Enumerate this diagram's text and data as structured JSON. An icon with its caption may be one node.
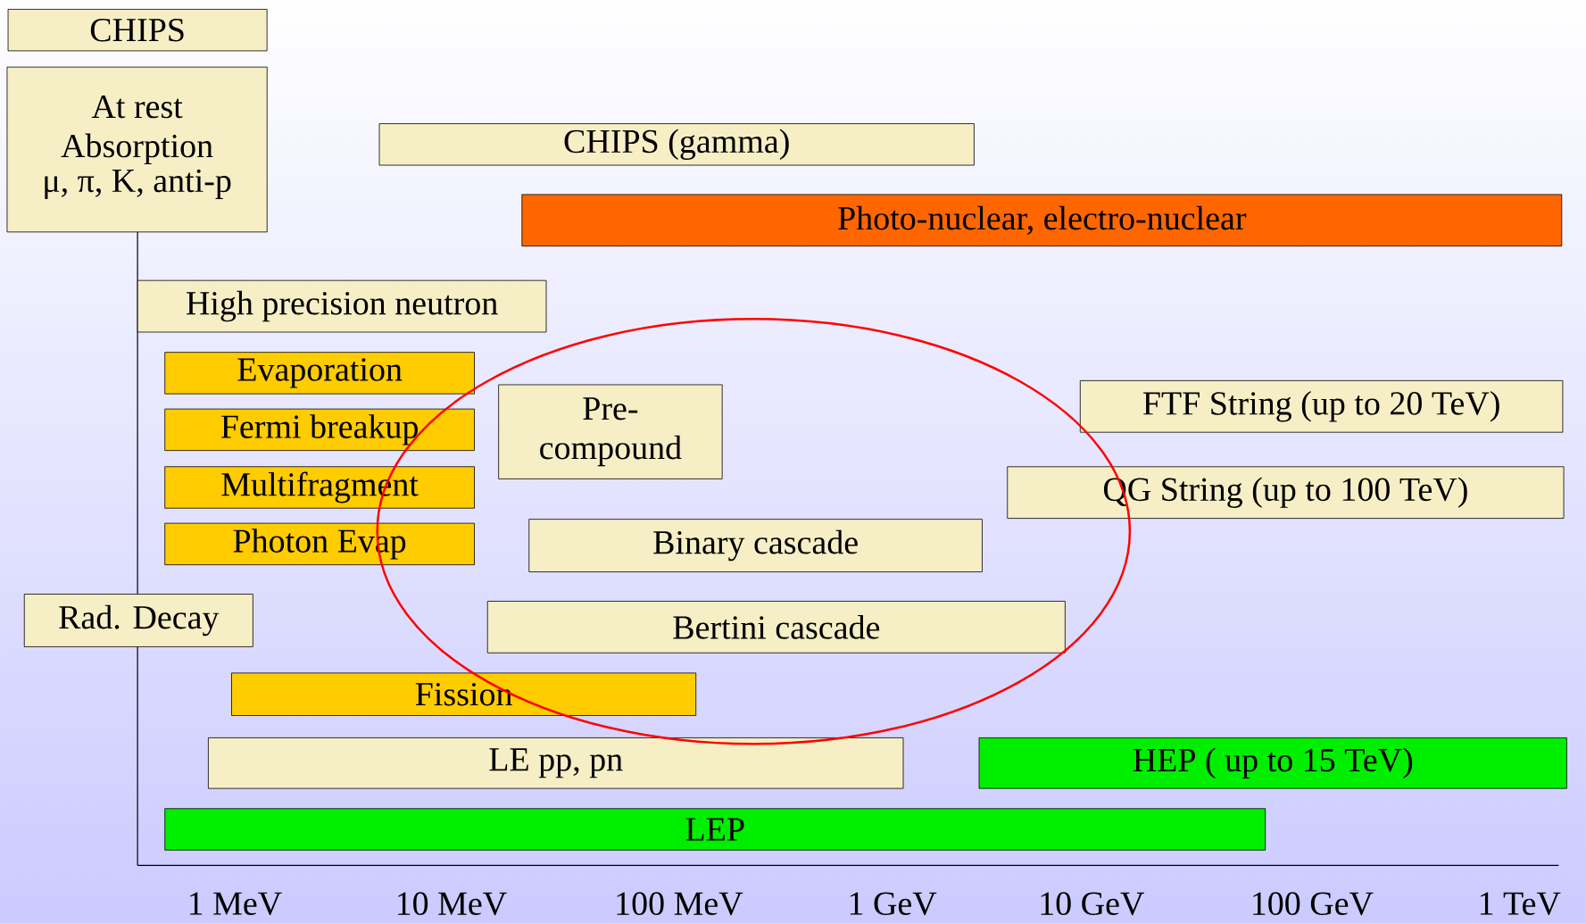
{
  "diagram": {
    "nodes": [
      {
        "text": [
          "CHIPS"
        ]
      },
      {
        "text": [
          "At rest Absorption",
          "μ, π, K, anti-p"
        ]
      },
      {
        "text": [
          "CHIPS (gamma)"
        ]
      },
      {
        "text": [
          "Photo-nuclear, electro-nuclear"
        ]
      },
      {
        "text": [
          "High precision neutron"
        ]
      },
      {
        "text": [
          "Evaporation"
        ]
      },
      {
        "text": [
          "Fermi breakup"
        ]
      },
      {
        "text": [
          "Multifragment"
        ]
      },
      {
        "text": [
          "Photon Evap"
        ]
      },
      {
        "text": [
          "Pre- compound"
        ]
      },
      {
        "text": [
          "FTF String (up to 20 TeV)"
        ]
      },
      {
        "text": [
          "QG String (up to 100 TeV)"
        ]
      },
      {
        "text": [
          "Binary cascade"
        ]
      },
      {
        "text": [
          "Rad. Decay"
        ]
      },
      {
        "text": [
          "Bertini cascade"
        ]
      },
      {
        "text": [
          "Fission"
        ]
      },
      {
        "text": [
          "LE pp, pn"
        ]
      },
      {
        "text": [
          "HEP  ( up to 15 TeV)"
        ]
      },
      {
        "text": [
          "LEP"
        ]
      }
    ],
    "labels": [
      "1 MeV",
      "10 MeV",
      "100 MeV",
      "1 GeV",
      "10 GeV",
      "100 GeV",
      "1 TeV"
    ]
  }
}
